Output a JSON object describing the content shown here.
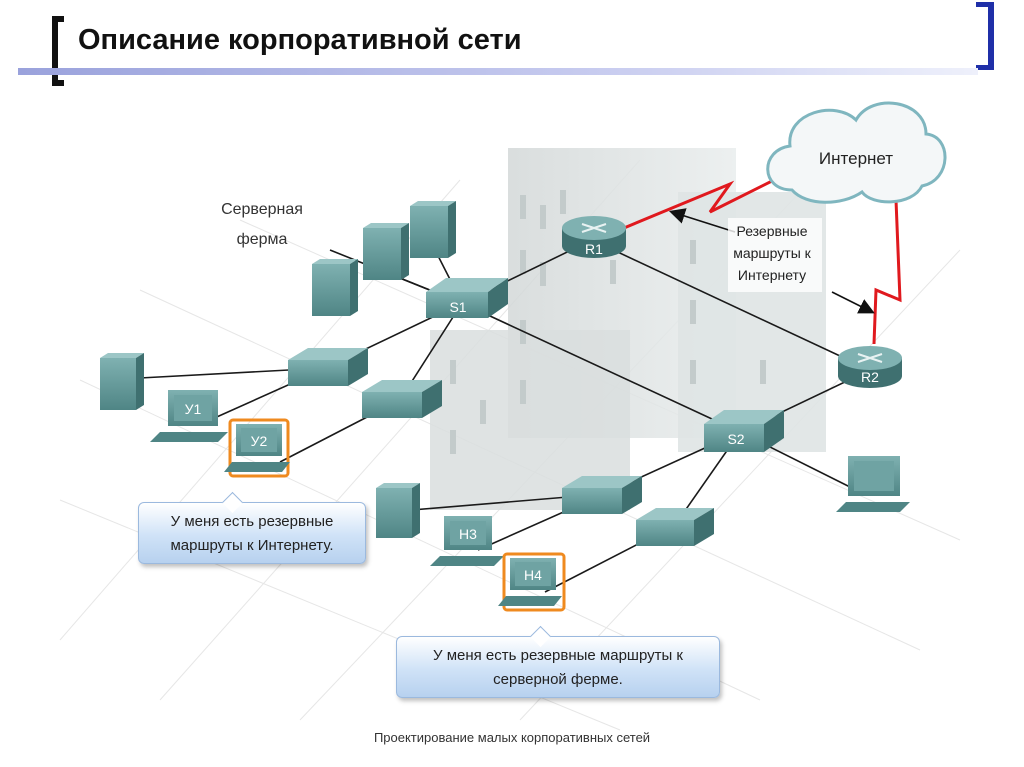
{
  "slide": {
    "title": "Описание корпоративной сети",
    "footer": "Проектирование малых корпоративных сетей"
  },
  "diagram": {
    "server_farm_label_line1": "Серверная",
    "server_farm_label_line2": "ферма",
    "internet_label": "Интернет",
    "backup_routes_line1": "Резервные",
    "backup_routes_line2": "маршруты к",
    "backup_routes_line3": "Интернету",
    "router_r1": "R1",
    "router_r2": "R2",
    "switch_s1": "S1",
    "switch_s2": "S2",
    "pc_y1": "У1",
    "pc_y2": "У2",
    "pc_h3": "Н3",
    "pc_h4": "Н4",
    "bubble_y2_line1": "У меня есть резервные",
    "bubble_y2_line2": "маршруты к Интернету.",
    "bubble_h4_line1": "У меня есть резервные маршруты к",
    "bubble_h4_line2": "серверной ферме."
  },
  "colors": {
    "device": "#5f9797",
    "link": "#1a1a1a",
    "wan_link": "#e0191e",
    "highlight": "#ef8a1f",
    "bracket_right": "#1f2fa8"
  }
}
